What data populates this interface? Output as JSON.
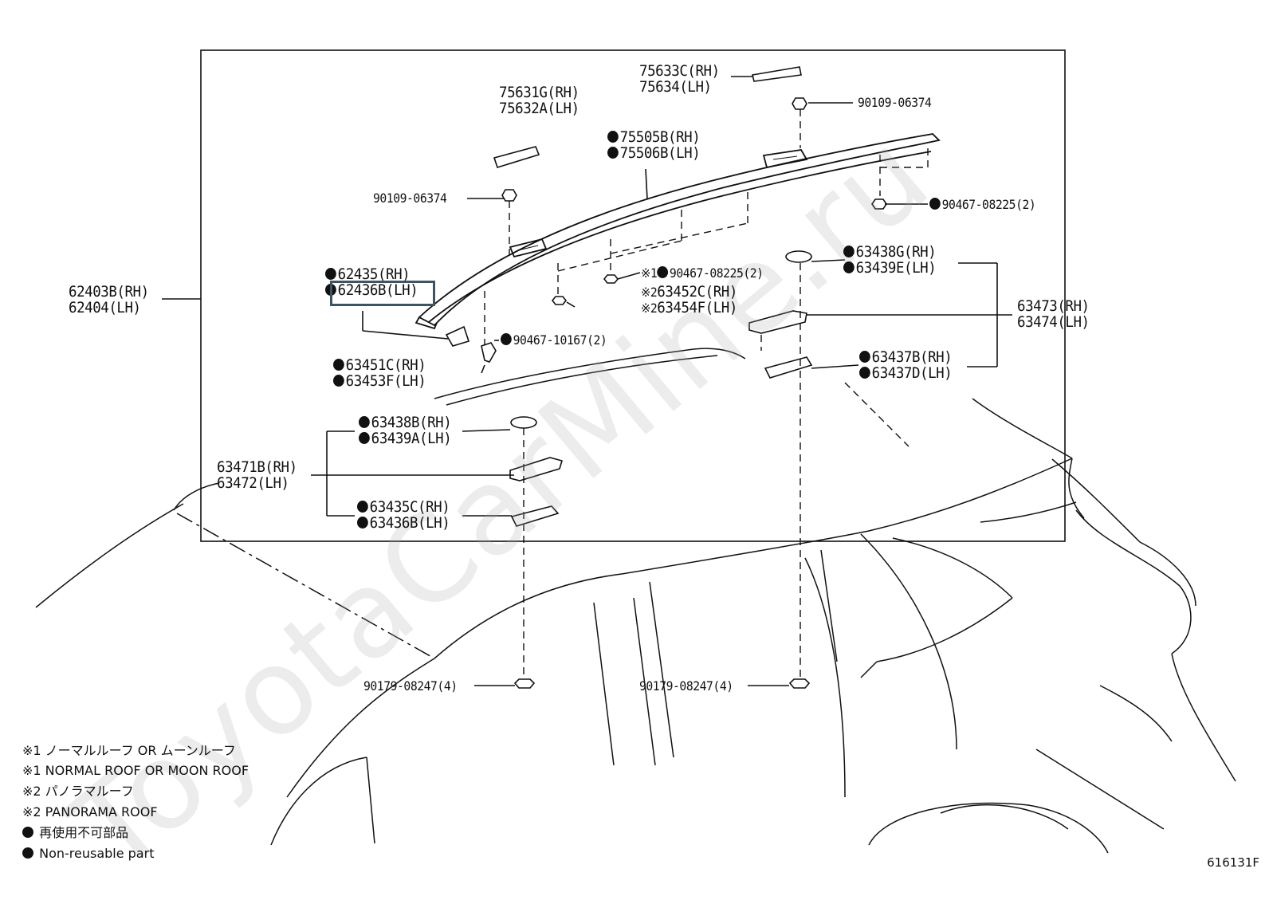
{
  "labels": {
    "p75633": [
      "75633C(RH)",
      "75634(LH)"
    ],
    "p90109_top": "90109-06374",
    "p75631": [
      "75631G(RH)",
      "75632A(LH)"
    ],
    "p75505": [
      "75505B(RH)",
      "75506B(LH)"
    ],
    "p90109_left": "90109-06374",
    "p90467_right": "90467-08225(2)",
    "p62435": [
      "62435(RH)",
      "62436B(LH)"
    ],
    "p62403": [
      "62403B(RH)",
      "62404(LH)"
    ],
    "p90467_mid": "90467-08225(2)",
    "p63452": [
      "63452C(RH)",
      "63454F(LH)"
    ],
    "p63438g": [
      "63438G(RH)",
      "63439E(LH)"
    ],
    "p63473": [
      "63473(RH)",
      "63474(LH)"
    ],
    "p90467_10167": "90467-10167(2)",
    "p63451": [
      "63451C(RH)",
      "63453F(LH)"
    ],
    "p63437": [
      "63437B(RH)",
      "63437D(LH)"
    ],
    "p63438b": [
      "63438B(RH)",
      "63439A(LH)"
    ],
    "p63471": [
      "63471B(RH)",
      "63472(LH)"
    ],
    "p63435": [
      "63435C(RH)",
      "63436B(LH)"
    ],
    "p90179_left": "90179-08247(4)",
    "p90179_right": "90179-08247(4)"
  },
  "marks": {
    "note1": "※1",
    "note2": "※2"
  },
  "legend": [
    "※1 ノーマルルーフ OR ムーンルーフ",
    "※1 NORMAL ROOF OR MOON ROOF",
    "※2 パノラマルーフ",
    "※2 PANORAMA ROOF",
    "再使用不可部品",
    "Non-reusable part"
  ],
  "watermark": "ToyotaCarMine.ru",
  "figure_number": "616131F"
}
